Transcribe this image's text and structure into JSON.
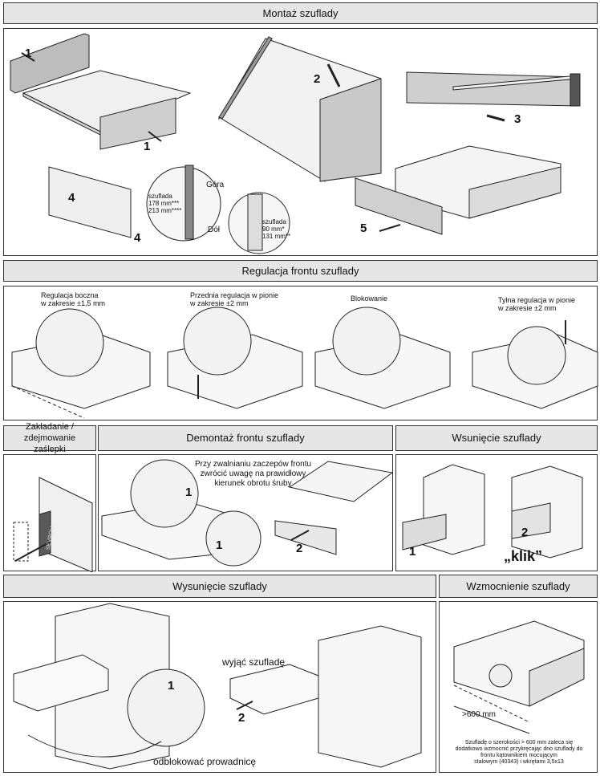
{
  "headers": {
    "montaz": "Montaż szuflady",
    "regulacja": "Regulacja frontu szuflady",
    "zakladanie": "Zakładanie / zdejmowanie zaślepki",
    "demontaz": "Demontaż frontu szuflady",
    "wsuniecie": "Wsunięcie szuflady",
    "wysuniecie": "Wysunięcie szuflady",
    "wzmocnienie": "Wzmocnienie szuflady"
  },
  "montaz": {
    "steps": [
      "1",
      "1",
      "2",
      "3",
      "4",
      "4",
      "5"
    ],
    "gora": "Góra",
    "dol": "Dół",
    "szuflada_a_title": "szuflada",
    "szuflada_a_1": "178 mm***",
    "szuflada_a_2": "213 mm****",
    "szuflada_b_title": "szuflada",
    "szuflada_b_1": "90 mm*",
    "szuflada_b_2": "131 mm**"
  },
  "regulacja": {
    "boczna": "Regulacja boczna\nw zakresie ±1,5 mm",
    "przednia": "Przednia regulacja w pionie\nw zakresie ±2 mm",
    "blokowanie": "Blokowanie",
    "tylna": "Tylna regulacja w pionie\nw zakresie ±2 mm"
  },
  "demontaz": {
    "note": "Przy zwalnianiu zaczepów frontu\nzwrócić uwagę na prawidłowy\nkierunek obrotu śruby",
    "steps": [
      "1",
      "1",
      "2"
    ]
  },
  "zakladanie": {
    "brand": "SEVROLL"
  },
  "wsuniecie": {
    "steps": [
      "1",
      "2"
    ],
    "klik": "„klik”"
  },
  "wysuniecie": {
    "wyjac": "wyjąć szufladę",
    "odblokowac": "odblokować prowadnicę",
    "steps": [
      "1",
      "2"
    ]
  },
  "wzmocnienie": {
    "width": ">600 mm",
    "note": "Szufladę o szerokości > 600 mm zaleca się\ndodatkowo wzmocnić przykręcając dno szuflady do\nfrontu kątownikiem mocującym\nstalowym (40343) i wkrętami 3,5x13"
  }
}
